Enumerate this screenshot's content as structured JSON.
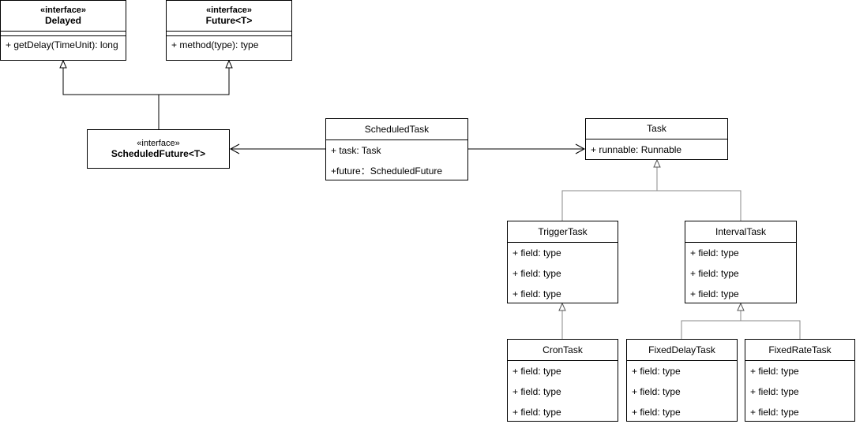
{
  "classes": {
    "delayed": {
      "stereotype": "«interface»",
      "name": "Delayed",
      "methods": [
        "+ getDelay(TimeUnit): long"
      ]
    },
    "future": {
      "stereotype": "«interface»",
      "name": "Future<T>",
      "methods": [
        "+ method(type): type"
      ]
    },
    "scheduled_future": {
      "stereotype": "«interface»",
      "name": "ScheduledFuture<T>"
    },
    "scheduled_task": {
      "name": "ScheduledTask",
      "fields": [
        "+ task: Task",
        "+future：ScheduledFuture"
      ]
    },
    "task": {
      "name": "Task",
      "fields": [
        "+ runnable: Runnable"
      ]
    },
    "trigger_task": {
      "name": "TriggerTask",
      "fields": [
        "+ field: type",
        "+ field: type",
        "+ field: type"
      ]
    },
    "interval_task": {
      "name": "IntervalTask",
      "fields": [
        "+ field: type",
        "+ field: type",
        "+ field: type"
      ]
    },
    "cron_task": {
      "name": "CronTask",
      "fields": [
        "+ field: type",
        "+ field: type",
        "+ field: type"
      ]
    },
    "fixed_delay_task": {
      "name": "FixedDelayTask",
      "fields": [
        "+ field: type",
        "+ field: type",
        "+ field: type"
      ]
    },
    "fixed_rate_task": {
      "name": "FixedRateTask",
      "fields": [
        "+ field: type",
        "+ field: type",
        "+ field: type"
      ]
    }
  }
}
